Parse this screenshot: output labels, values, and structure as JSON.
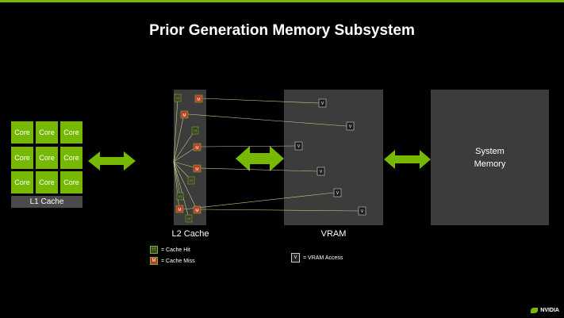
{
  "title": "Prior Generation Memory Subsystem",
  "cores": [
    "Core",
    "Core",
    "Core",
    "Core",
    "Core",
    "Core",
    "Core",
    "Core",
    "Core"
  ],
  "l1_label": "L1 Cache",
  "l2_label": "L2 Cache",
  "vram_label": "VRAM",
  "system_memory_label": [
    "System",
    "Memory"
  ],
  "legend": {
    "hit_symbol": "H",
    "hit_text": "= Cache Hit",
    "miss_symbol": "M",
    "miss_text": "= Cache Miss",
    "vram_symbol": "V",
    "vram_text": "= VRAM Access"
  },
  "colors": {
    "accent": "#76b900",
    "box": "#3c3c3c",
    "miss": "#c0392b",
    "line": "#c8c88a"
  },
  "logo_text": "NVIDIA"
}
